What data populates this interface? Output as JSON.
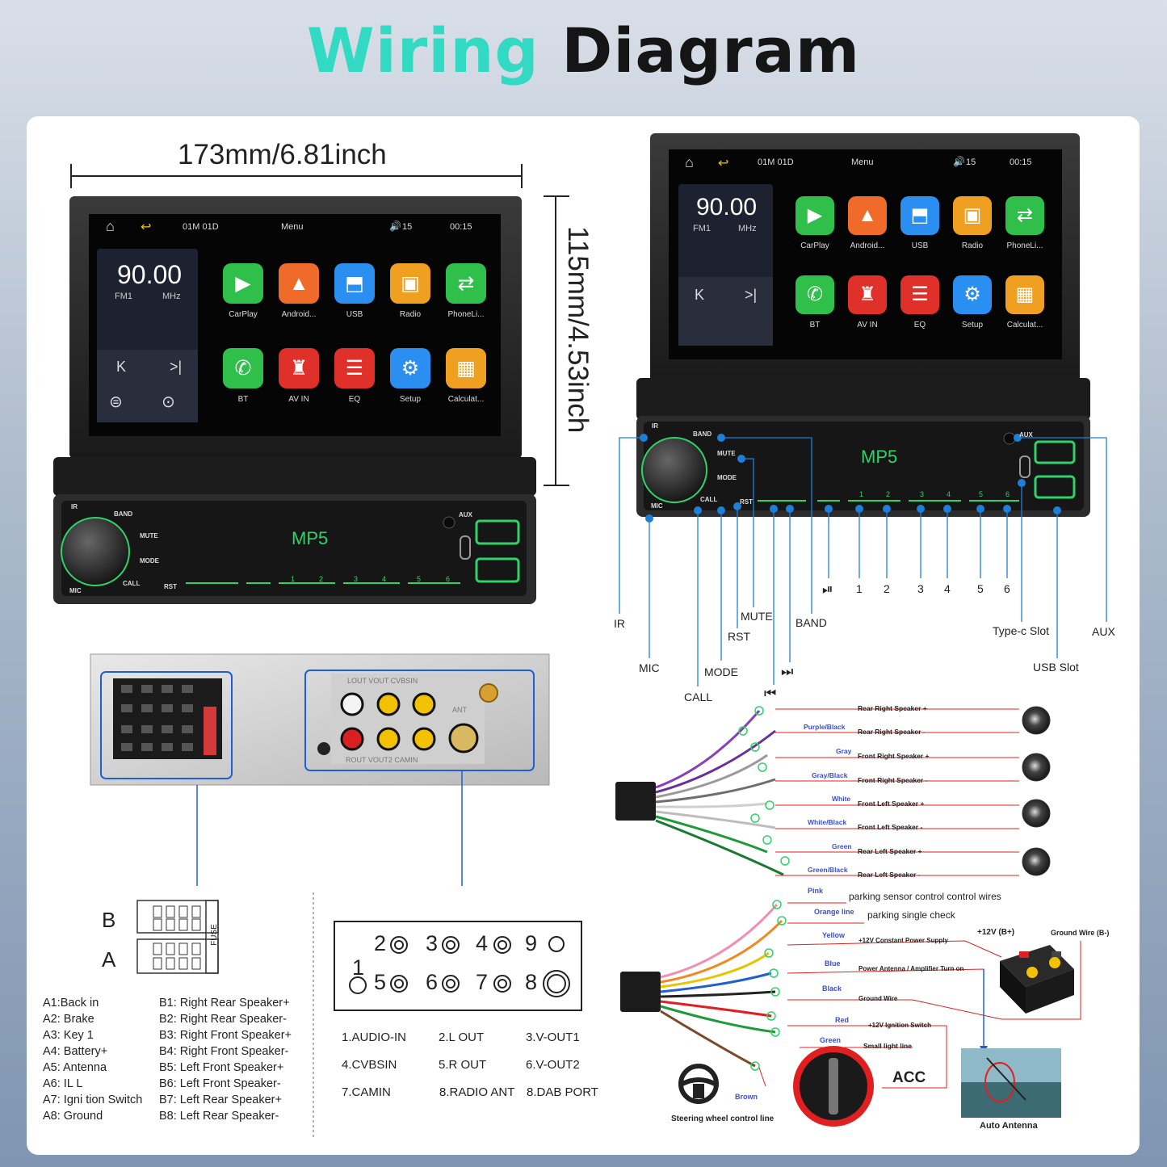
{
  "title": {
    "part1": "Wiring",
    "part2": "Diagram"
  },
  "dimensions": {
    "width": "173mm/6.81inch",
    "height": "115mm/4.53inch"
  },
  "screen": {
    "status": {
      "date": "01M 01D",
      "menu": "Menu",
      "volume": "15",
      "time": "00:15"
    },
    "radio": {
      "frequency": "90.00",
      "band": "FM1",
      "unit": "MHz"
    },
    "apps": [
      "CarPlay",
      "Android...",
      "USB",
      "Radio",
      "PhoneLi...",
      "BT",
      "AV IN",
      "EQ",
      "Setup",
      "Calculat..."
    ],
    "apps_right": [
      "CarPlay",
      "Android...",
      "USB",
      "Radio",
      "PhoneLi...",
      "BT",
      "AV IN",
      "EQ",
      "Setup",
      "Calculat..."
    ]
  },
  "faceplate": {
    "brand": "MP5",
    "buttons": [
      "BAND",
      "MUTE",
      "MODE",
      "CALL",
      "RST",
      "IR",
      "MIC",
      "AUX"
    ],
    "presets": [
      "1",
      "2",
      "3",
      "4",
      "5",
      "6"
    ]
  },
  "callouts": {
    "IR": "IR",
    "MIC": "MIC",
    "CALL": "CALL",
    "MODE": "MODE",
    "RST": "RST",
    "MUTE": "MUTE",
    "BAND": "BAND",
    "prev": "⏮",
    "next": "⏭",
    "play": "⏯",
    "n1": "1",
    "n2": "2",
    "n3": "3",
    "n4": "4",
    "n5": "5",
    "n6": "6",
    "typec": "Type-c Slot",
    "aux": "AUX",
    "usb": "USB Slot"
  },
  "connector": {
    "row_b": "B",
    "row_a": "A",
    "fuse": "FUSE",
    "pins_a": [
      "A1:Back    in",
      "A2: Brake",
      "A3: Key 1",
      "A4: Battery+",
      "A5: Antenna",
      "A6:  IL L",
      "A7:  Igni tion Switch",
      "A8: Ground"
    ],
    "pins_b": [
      "B1: Right Rear Speaker+",
      "B2: Right Rear Speaker-",
      "B3: Right Front Speaker+",
      "B4: Right Front Speaker-",
      "B5: Left Front Speaker+",
      "B6: Left Front Speaker-",
      "B7: Left Rear Speaker+",
      "B8: Left Rear Speaker-"
    ]
  },
  "rca": {
    "numbers": [
      "1",
      "2",
      "3",
      "4",
      "5",
      "6",
      "7",
      "8",
      "9"
    ],
    "legend": [
      [
        "1.AUDIO-IN",
        "2.L OUT",
        "3.V-OUT1"
      ],
      [
        "4.CVBSIN",
        "5.R OUT",
        "6.V-OUT2"
      ],
      [
        "7.CAMIN",
        "8.RADIO ANT",
        "8.DAB PORT"
      ]
    ],
    "panel_top": "LOUT VOUT CVBSIN",
    "panel_bottom": "ROUT VOUT2 CAMIN",
    "ant": "ANT"
  },
  "speaker_wires": [
    {
      "color": "",
      "label": "Rear Right Speaker +",
      "hex": "#8a3fb8"
    },
    {
      "color": "Purple/Black",
      "label": "Rear Right Speaker -",
      "hex": "#6a2f9a"
    },
    {
      "color": "Gray",
      "label": "Front Right Speaker +",
      "hex": "#9a9a9a"
    },
    {
      "color": "Gray/Black",
      "label": "Front Right Speaker -",
      "hex": "#6e6e6e"
    },
    {
      "color": "White",
      "label": "Front Left Speaker +",
      "hex": "#e6e6e6"
    },
    {
      "color": "White/Black",
      "label": "Front Left Speaker -",
      "hex": "#bdbdbd"
    },
    {
      "color": "Green",
      "label": "Rear Left Speaker +",
      "hex": "#1f9a3a"
    },
    {
      "color": "Green/Black",
      "label": "Rear Left Speaker -",
      "hex": "#177a2e"
    }
  ],
  "power_wires": [
    {
      "color": "Pink",
      "label": "parking sensor control control wires",
      "hex": "#f28fb0"
    },
    {
      "color": "Orange line",
      "label": "parking single check",
      "hex": "#f08a20"
    },
    {
      "color": "Yellow",
      "label": "+12V Constant Power Supply",
      "hex": "#e8c400"
    },
    {
      "color": "Blue",
      "label": "Power Antenna / Amplifier Turn on",
      "hex": "#1f5fd0"
    },
    {
      "color": "Black",
      "label": "Ground Wire",
      "hex": "#222222"
    },
    {
      "color": "Red",
      "label": "+12V  Ignition Switch",
      "hex": "#e02020"
    },
    {
      "color": "Green",
      "label": "Small light line",
      "hex": "#1f9a3a"
    },
    {
      "color": "Brown",
      "label": "Steering wheel control line",
      "hex": "#7a4a2a"
    }
  ],
  "battery": {
    "plus_label": "+12V  (B+)",
    "ground_label": "Ground Wire (B-)"
  },
  "acc": "ACC",
  "auto_antenna": "Auto Antenna",
  "colors": {
    "accent": "#32d9c3",
    "callout": "#1e7fd8",
    "wire_label": "#3a4fd0",
    "red_line": "#e02020"
  }
}
